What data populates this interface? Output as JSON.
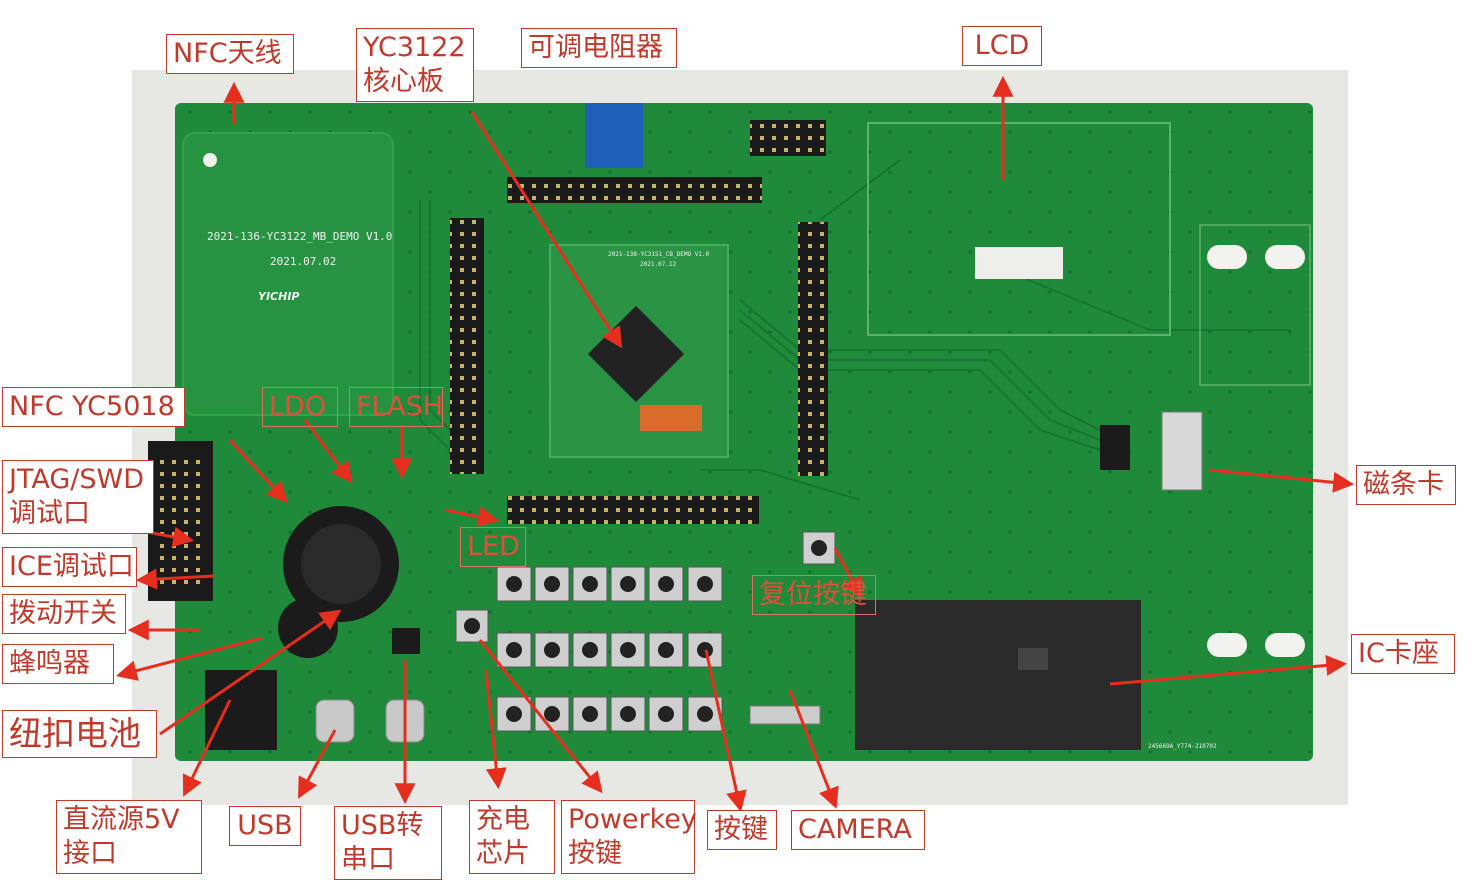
{
  "board": {
    "silkscreen_name": "2021-136-YC3122_MB_DEMO V1.0",
    "silkscreen_date": "2021.07.02",
    "logo_text": "YICHIP",
    "core_board_name": "2021-138-YC3151_CB_DEMO V1.0",
    "core_board_date": "2021.07.12",
    "serial": "245669A_Y774-210702"
  },
  "labels": {
    "nfc_antenna": "NFC天线",
    "core_line1": "YC3122",
    "core_line2": "核心板",
    "potentiometer": "可调电阻器",
    "lcd": "LCD",
    "nfc_chip": "NFC YC5018",
    "ldo": "LDO",
    "flash": "FLASH",
    "jtag_line1": "JTAG/SWD",
    "jtag_line2": "调试口",
    "ice": "ICE调试口",
    "switch": "拨动开关",
    "buzzer": "蜂鸣器",
    "coin_battery": "纽扣电池",
    "led": "LED",
    "reset": "复位按键",
    "magstripe": "磁条卡",
    "ic_socket": "IC卡座",
    "dc_line1": "直流源5V",
    "dc_line2": "接口",
    "usb": "USB",
    "usb_serial_line1": "USB转",
    "usb_serial_line2": "串口",
    "charge_line1": "充电",
    "charge_line2": "芯片",
    "powerkey_line1": "Powerkey",
    "powerkey_line2": "按键",
    "keys": "按键",
    "camera": "CAMERA"
  },
  "colors": {
    "pcb": "#1f8a3a",
    "label_red": "#c0392b",
    "socket_black": "#2a2a2a"
  }
}
